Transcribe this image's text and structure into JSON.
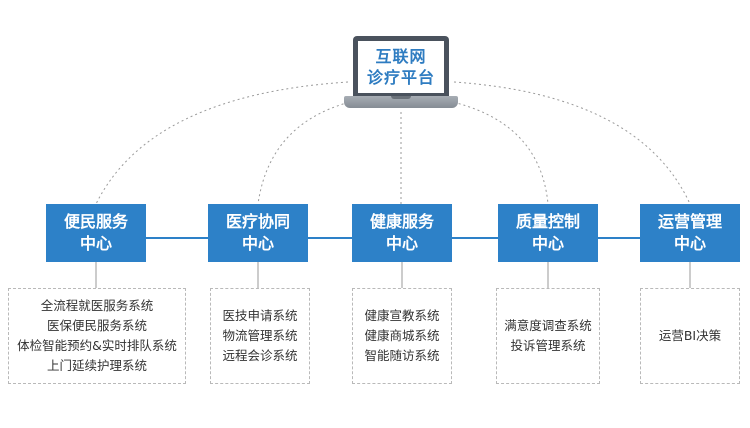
{
  "platform": {
    "line1": "互联网",
    "line2": "诊疗平台"
  },
  "modules": [
    {
      "title_line1": "便民服务",
      "title_line2": "中心",
      "items": [
        "全流程就医服务系统",
        "医保便民服务系统",
        "体检智能预约&实时排队系统",
        "上门延续护理系统"
      ]
    },
    {
      "title_line1": "医疗协同",
      "title_line2": "中心",
      "items": [
        "医技申请系统",
        "物流管理系统",
        "远程会诊系统"
      ]
    },
    {
      "title_line1": "健康服务",
      "title_line2": "中心",
      "items": [
        "健康宣教系统",
        "健康商城系统",
        "智能随访系统"
      ]
    },
    {
      "title_line1": "质量控制",
      "title_line2": "中心",
      "items": [
        "满意度调查系统",
        "投诉管理系统"
      ]
    },
    {
      "title_line1": "运营管理",
      "title_line2": "中心",
      "items": [
        "运营BI决策"
      ]
    }
  ],
  "colors": {
    "node": "#2d81c8",
    "connector": "#2d81c8",
    "platform_text": "#2e7cc1"
  }
}
